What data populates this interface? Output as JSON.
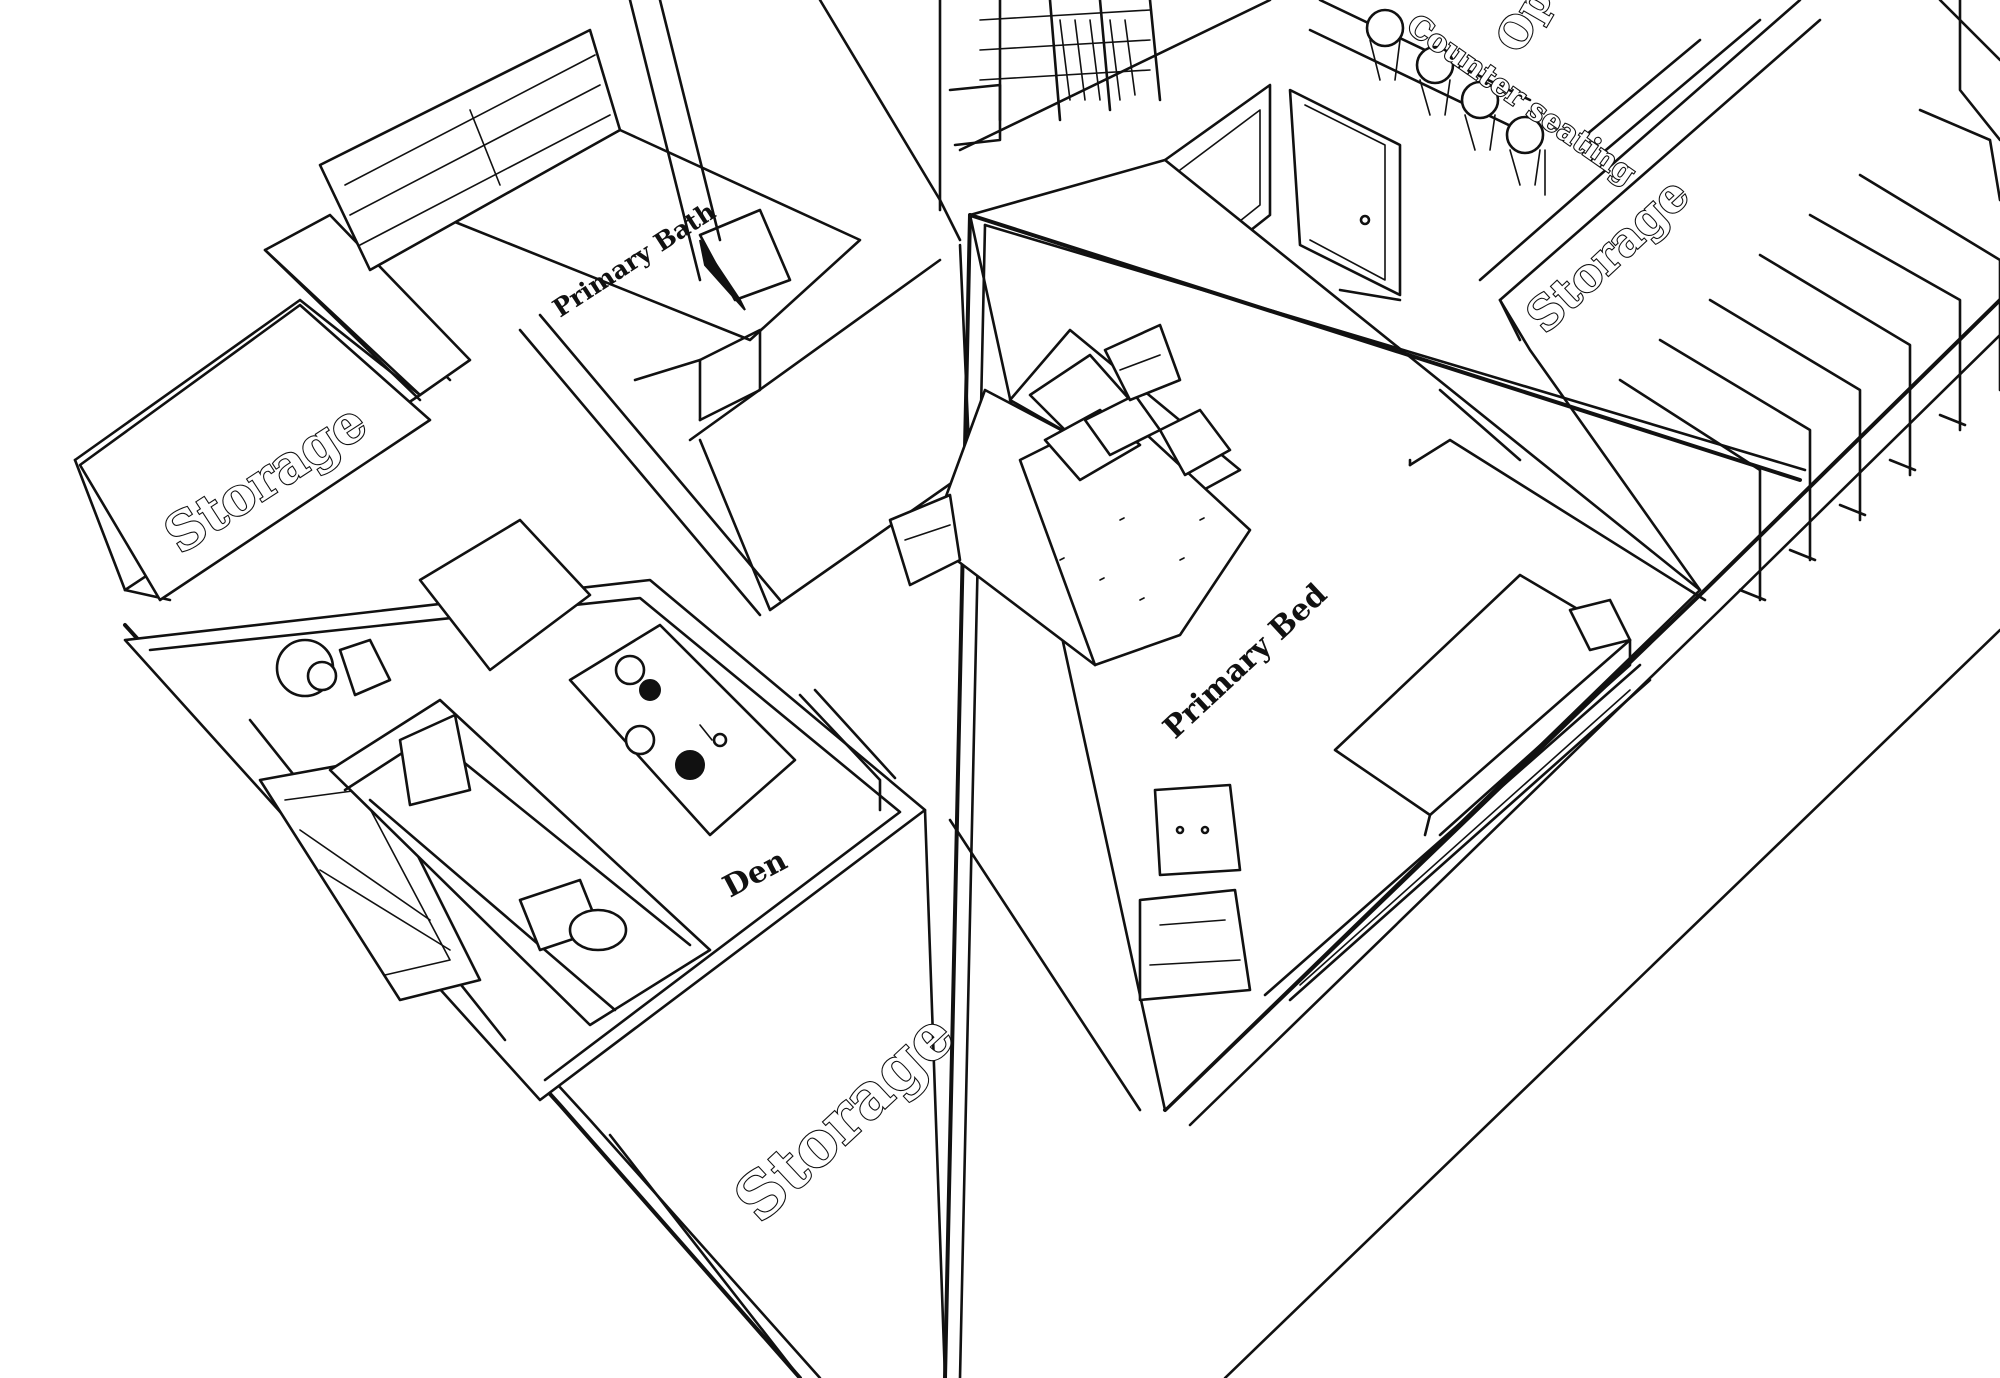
{
  "labels": {
    "storage_left": "Storage",
    "storage_bottom": "Storage",
    "storage_right": "Storage",
    "primary_bath": "Primary Bath",
    "den": "Den",
    "primary_bed": "Primary Bed",
    "counter_seating": "Counter seating",
    "open_below": "Open to below"
  }
}
